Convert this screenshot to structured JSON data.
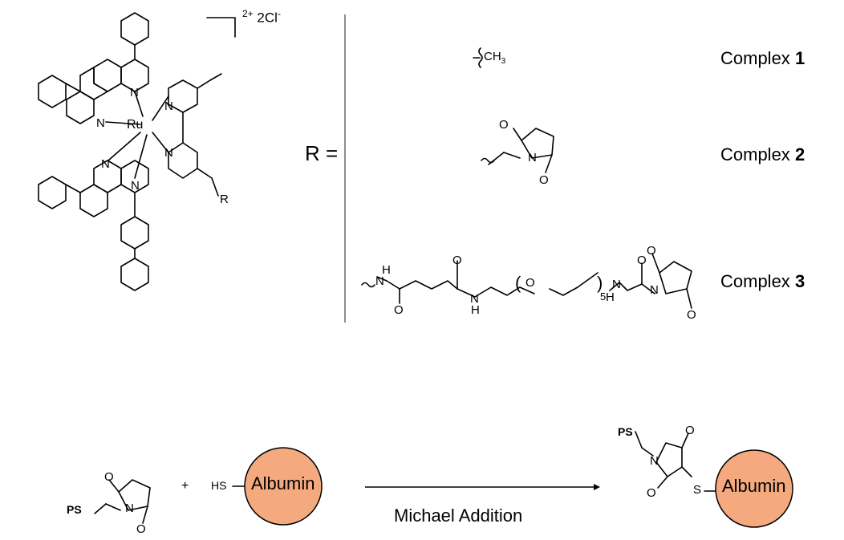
{
  "charge": {
    "bracket_sup": "2+",
    "counter_ion": "2Cl",
    "minus": "-"
  },
  "metal": "Ru",
  "n_label": "N",
  "r_substituent": "R",
  "r_equals": "R =",
  "substituents": {
    "methyl": "CH",
    "methyl_sub": "3",
    "linker_nh": "H",
    "linker_n": "N",
    "linker_o": "O",
    "linker_repeat": "5",
    "maleimide_o": "O"
  },
  "complexes": [
    {
      "prefix": "Complex",
      "number": "1"
    },
    {
      "prefix": "Complex",
      "number": "2"
    },
    {
      "prefix": "Complex",
      "number": "3"
    }
  ],
  "scheme": {
    "ps": "PS",
    "plus": "+",
    "hs": "HS",
    "albumin": "Albumin",
    "sulfur": "S",
    "reaction": "Michael Addition",
    "albumin_color": "#f4a97f"
  }
}
